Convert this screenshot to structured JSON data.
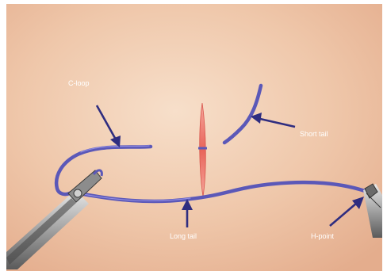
{
  "labels": {
    "c_loop": "C-loop",
    "short_tail": "Short tail",
    "long_tail": "Long tail",
    "h_point": "H-point"
  },
  "colors": {
    "tissue_light": "#f3d7be",
    "tissue_mid": "#e9b998",
    "suture": "#5b58b8",
    "suture_highlight": "#8f8be0",
    "arrow": "#2f2d80",
    "incision": "#ee7d72",
    "instrument_metal": "#b9b9b9",
    "instrument_dark": "#4a4a4a"
  }
}
